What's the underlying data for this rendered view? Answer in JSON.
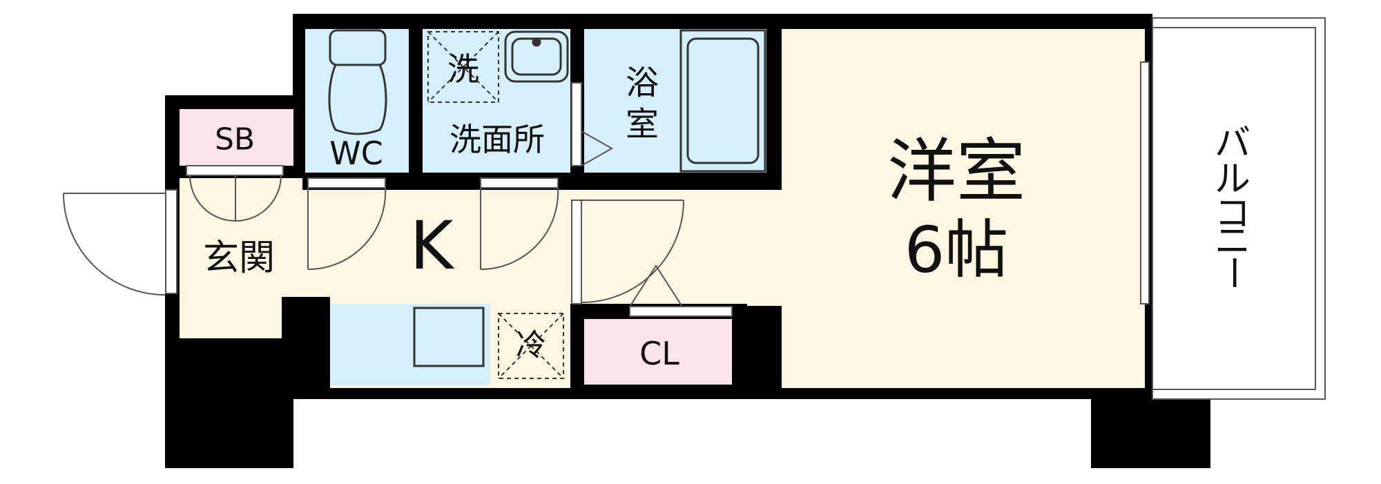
{
  "rooms": {
    "western_room": {
      "name": "洋室",
      "size": "6帖"
    },
    "kitchen": {
      "name": "K"
    },
    "entrance": {
      "name": "玄関"
    },
    "shoe_box": {
      "name": "SB"
    },
    "toilet": {
      "name": "WC"
    },
    "washroom": {
      "name": "洗面所"
    },
    "bathroom": {
      "name_top": "浴",
      "name_bottom": "室"
    },
    "closet": {
      "name": "CL"
    },
    "washer_space": {
      "name": "洗"
    },
    "fridge_space": {
      "name": "冷"
    },
    "balcony": {
      "chars": [
        "バ",
        "ル",
        "コ",
        "ニ",
        "ー"
      ]
    }
  },
  "colors": {
    "wall": "#000000",
    "western_room": "#fdf6e3",
    "kitchen": "#fdf6e3",
    "entrance": "#fdf6e3",
    "wet_area": "#d6f0fb",
    "storage": "#fbe3ec",
    "balcony": "#ffffff"
  }
}
